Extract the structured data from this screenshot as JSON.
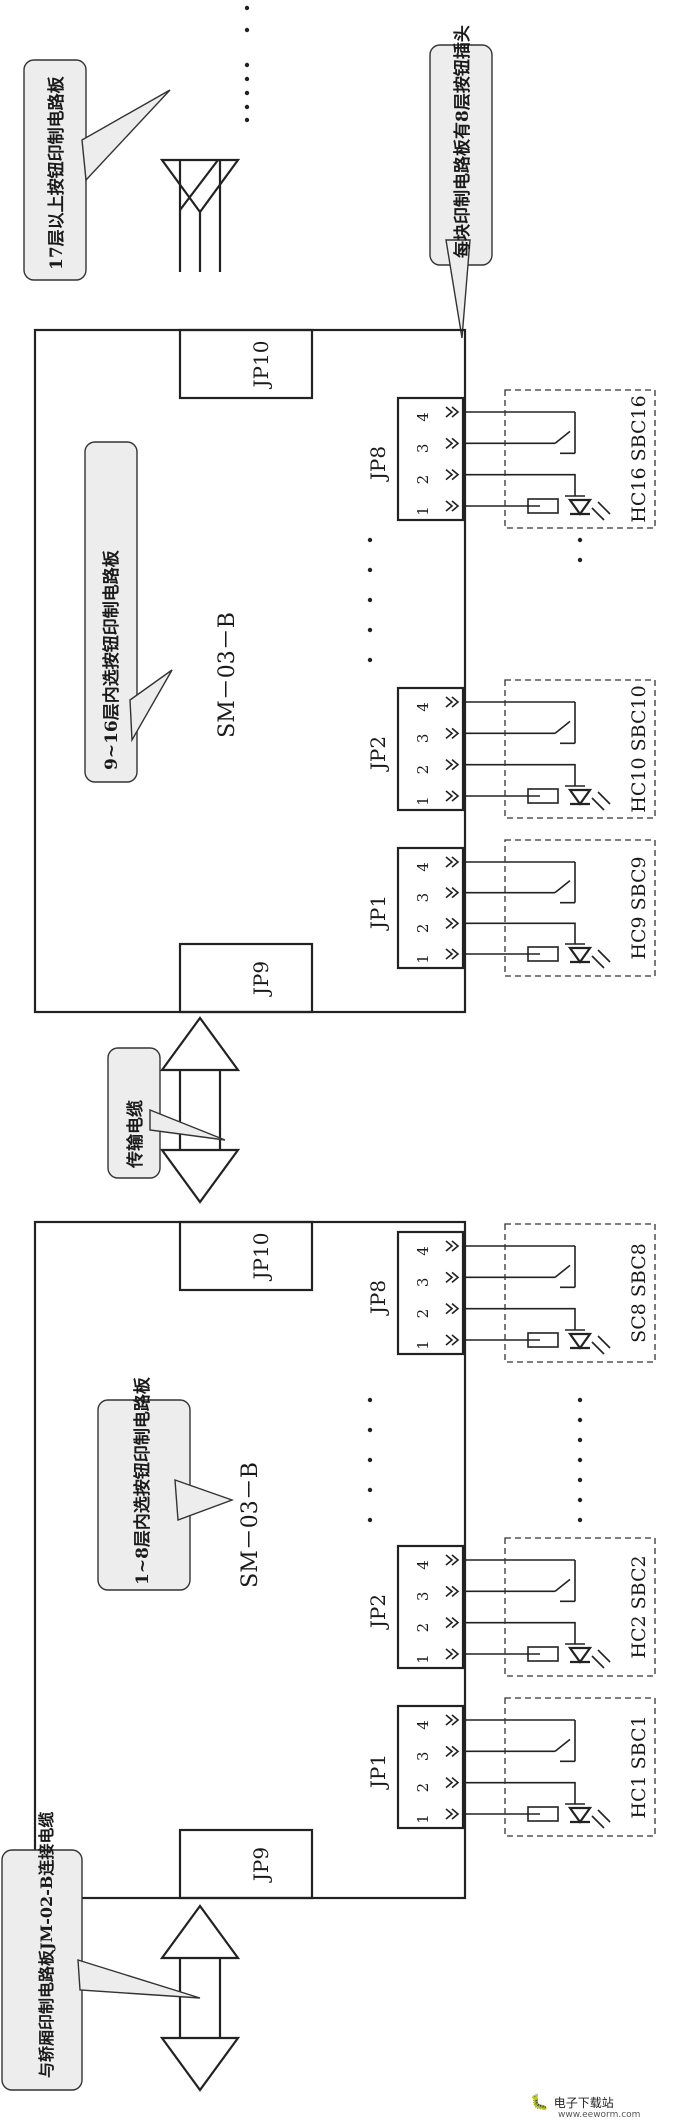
{
  "callouts": {
    "top": "17层以上按钮印制电路板",
    "top_right": "每块印制电路板有8层按钮插头",
    "board2": "9~16层内选按钮印制电路板",
    "cable": "传输电缆",
    "board1": "1~8层内选按钮印制电路板",
    "bottom": "与轿厢印制电路板JM-02-B连接电缆"
  },
  "board2": {
    "model": "SM－03－B",
    "conn_in": "JP9",
    "conn_out": "JP10",
    "headers": [
      "JP1",
      "JP2",
      "JP8"
    ],
    "buttons": [
      "HC9 SBC9",
      "HC10 SBC10",
      "HC16 SBC16"
    ]
  },
  "board1": {
    "model": "SM－03－B",
    "conn_in": "JP9",
    "conn_out": "JP10",
    "headers": [
      "JP1",
      "JP2",
      "JP8"
    ],
    "buttons": [
      "HC1 SBC1",
      "HC2 SBC2",
      "SC8 SBC8"
    ]
  },
  "pins": [
    "1",
    "2",
    "3",
    "4"
  ],
  "watermark": {
    "brand": "电子下载站",
    "url": "www.eeworm.com"
  }
}
